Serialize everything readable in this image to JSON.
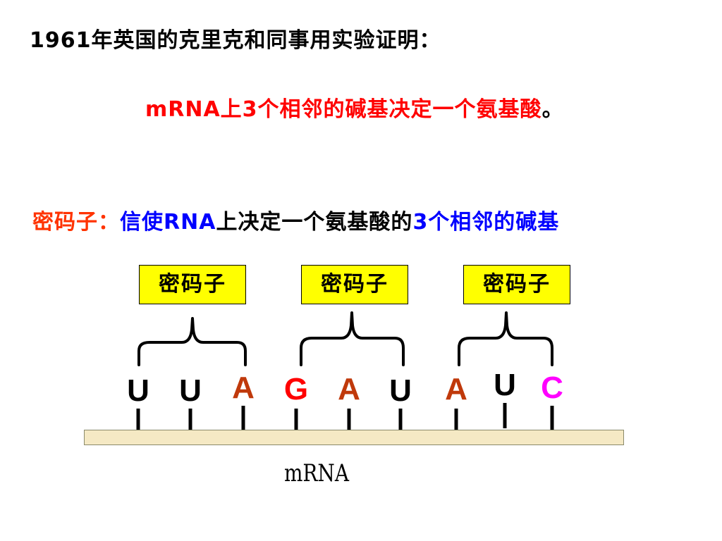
{
  "heading": {
    "line1": "1961年英国的克里克和同事用实验证明：",
    "line2_red": "mRNA上3个相邻的碱基决定一个氨基酸",
    "line2_end": "。"
  },
  "definition": {
    "term": "密码子：",
    "part_blue_1": "信使RNA",
    "part_black": "上决定一个氨基酸的",
    "part_blue_2": "3个相邻的碱基"
  },
  "codons": [
    "密码子",
    "密码子",
    "密码子"
  ],
  "bases": [
    {
      "letter": "U",
      "color": "#000000"
    },
    {
      "letter": "U",
      "color": "#000000"
    },
    {
      "letter": "A",
      "color": "#c0390b"
    },
    {
      "letter": "G",
      "color": "#ff0000"
    },
    {
      "letter": "A",
      "color": "#c0390b"
    },
    {
      "letter": "U",
      "color": "#000000"
    },
    {
      "letter": "A",
      "color": "#c0390b"
    },
    {
      "letter": "U",
      "color": "#000000"
    },
    {
      "letter": "C",
      "color": "#ff00ff"
    }
  ],
  "strand_label": "mRNA"
}
